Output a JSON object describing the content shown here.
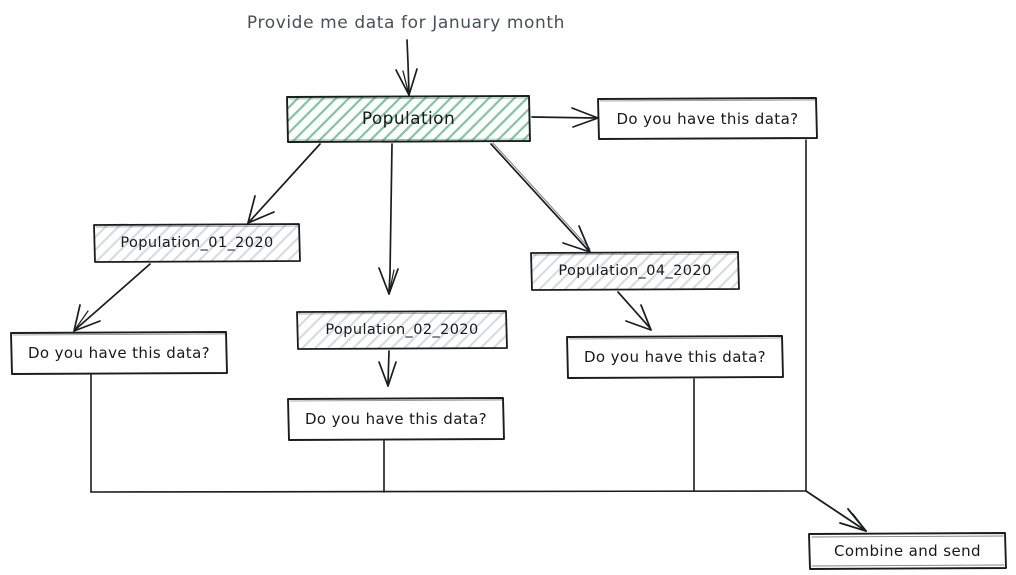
{
  "diagram": {
    "type": "flowchart",
    "style": "hand-drawn-sketch",
    "title": "Provide me data for January month",
    "colors": {
      "stroke": "#1b1c1d",
      "title_text": "#4a5057",
      "node_text": "#18191b",
      "highlight_fill": "#6cc08a",
      "neutral_fill": "#bfc2c6",
      "background": "#ffffff"
    },
    "nodes": [
      {
        "id": "title",
        "label": "Provide me data for January month",
        "shape": "text",
        "fill": "none"
      },
      {
        "id": "population",
        "label": "Population",
        "shape": "rect",
        "fill": "green-hatch"
      },
      {
        "id": "q_top",
        "label": "Do you have this data?",
        "shape": "rect",
        "fill": "white"
      },
      {
        "id": "pop01",
        "label": "Population_01_2020",
        "shape": "rect",
        "fill": "grey-hatch"
      },
      {
        "id": "pop02",
        "label": "Population_02_2020",
        "shape": "rect",
        "fill": "grey-hatch"
      },
      {
        "id": "pop04",
        "label": "Population_04_2020",
        "shape": "rect",
        "fill": "grey-hatch"
      },
      {
        "id": "q_left",
        "label": "Do you have this data?",
        "shape": "rect",
        "fill": "white"
      },
      {
        "id": "q_mid",
        "label": "Do you have this data?",
        "shape": "rect",
        "fill": "white"
      },
      {
        "id": "q_right",
        "label": "Do you have this data?",
        "shape": "rect",
        "fill": "white"
      },
      {
        "id": "combine",
        "label": "Combine and send",
        "shape": "rect",
        "fill": "white"
      }
    ],
    "edges": [
      {
        "from": "title",
        "to": "population",
        "arrow": true
      },
      {
        "from": "population",
        "to": "q_top",
        "arrow": true
      },
      {
        "from": "population",
        "to": "pop01",
        "arrow": true
      },
      {
        "from": "population",
        "to": "pop02",
        "arrow": true
      },
      {
        "from": "population",
        "to": "pop04",
        "arrow": true
      },
      {
        "from": "pop01",
        "to": "q_left",
        "arrow": true
      },
      {
        "from": "pop02",
        "to": "q_mid",
        "arrow": true
      },
      {
        "from": "pop04",
        "to": "q_right",
        "arrow": true
      },
      {
        "from": "q_left",
        "to": "combine",
        "arrow": true
      },
      {
        "from": "q_mid",
        "to": "combine",
        "arrow": true
      },
      {
        "from": "q_right",
        "to": "combine",
        "arrow": true
      },
      {
        "from": "q_top",
        "to": "combine",
        "arrow": true
      }
    ]
  }
}
